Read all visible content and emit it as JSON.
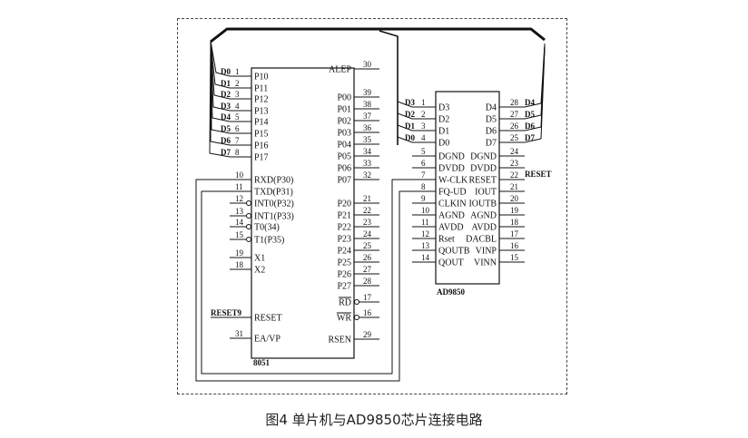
{
  "caption": "图4 单片机与AD9850芯片连接电路",
  "mcu": {
    "name": "8051",
    "left_pins": [
      {
        "num": "1",
        "label": "P10",
        "net": "D0"
      },
      {
        "num": "2",
        "label": "P11",
        "net": "D1"
      },
      {
        "num": "3",
        "label": "P12",
        "net": "D2"
      },
      {
        "num": "4",
        "label": "P13",
        "net": "D3"
      },
      {
        "num": "5",
        "label": "P14",
        "net": "D4"
      },
      {
        "num": "6",
        "label": "P15",
        "net": "D5"
      },
      {
        "num": "7",
        "label": "P16",
        "net": "D6"
      },
      {
        "num": "8",
        "label": "P17",
        "net": "D7"
      },
      {
        "num": "10",
        "label": "RXD(P30)",
        "net": ""
      },
      {
        "num": "11",
        "label": "TXD(P31)",
        "net": ""
      },
      {
        "num": "12",
        "label": "INT0(P32)",
        "net": ""
      },
      {
        "num": "13",
        "label": "INT1(P33)",
        "net": ""
      },
      {
        "num": "14",
        "label": "T0(34)",
        "net": ""
      },
      {
        "num": "15",
        "label": "T1(P35)",
        "net": ""
      },
      {
        "num": "19",
        "label": "X1",
        "net": ""
      },
      {
        "num": "18",
        "label": "X2",
        "net": ""
      },
      {
        "num": "",
        "label": "RESET",
        "net": "RESET9"
      },
      {
        "num": "31",
        "label": "EA/VP",
        "net": ""
      }
    ],
    "right_pins": [
      {
        "num": "30",
        "label": "ALEP"
      },
      {
        "num": "39",
        "label": "P00"
      },
      {
        "num": "38",
        "label": "P01"
      },
      {
        "num": "37",
        "label": "P02"
      },
      {
        "num": "36",
        "label": "P03"
      },
      {
        "num": "35",
        "label": "P04"
      },
      {
        "num": "34",
        "label": "P05"
      },
      {
        "num": "33",
        "label": "P06"
      },
      {
        "num": "32",
        "label": "P07"
      },
      {
        "num": "21",
        "label": "P20"
      },
      {
        "num": "22",
        "label": "P21"
      },
      {
        "num": "23",
        "label": "P22"
      },
      {
        "num": "24",
        "label": "P23"
      },
      {
        "num": "25",
        "label": "P24"
      },
      {
        "num": "26",
        "label": "P25"
      },
      {
        "num": "27",
        "label": "P26"
      },
      {
        "num": "28",
        "label": "P27"
      },
      {
        "num": "17",
        "label": "RD"
      },
      {
        "num": "16",
        "label": "WR"
      },
      {
        "num": "29",
        "label": "RSEN"
      }
    ]
  },
  "dds": {
    "name": "AD9850",
    "left_pins": [
      {
        "num": "1",
        "label": "D3",
        "net": "D3"
      },
      {
        "num": "2",
        "label": "D2",
        "net": "D2"
      },
      {
        "num": "3",
        "label": "D1",
        "net": "D1"
      },
      {
        "num": "4",
        "label": "D0",
        "net": "D0"
      },
      {
        "num": "5",
        "label": "DGND"
      },
      {
        "num": "6",
        "label": "DVDD"
      },
      {
        "num": "7",
        "label": "W-CLK"
      },
      {
        "num": "8",
        "label": "FQ-UD"
      },
      {
        "num": "9",
        "label": "CLKIN"
      },
      {
        "num": "10",
        "label": "AGND"
      },
      {
        "num": "11",
        "label": "AVDD"
      },
      {
        "num": "12",
        "label": "Rset"
      },
      {
        "num": "13",
        "label": "QOUTB"
      },
      {
        "num": "14",
        "label": "QOUT"
      }
    ],
    "right_pins": [
      {
        "num": "28",
        "label": "D4",
        "net": "D4"
      },
      {
        "num": "27",
        "label": "D5",
        "net": "D5"
      },
      {
        "num": "26",
        "label": "D6",
        "net": "D6"
      },
      {
        "num": "25",
        "label": "D7",
        "net": "D7"
      },
      {
        "num": "24",
        "label": "DGND"
      },
      {
        "num": "23",
        "label": "DVDD"
      },
      {
        "num": "22",
        "label": "RESET",
        "net": "RESET"
      },
      {
        "num": "21",
        "label": "IOUT"
      },
      {
        "num": "20",
        "label": "IOUTB"
      },
      {
        "num": "19",
        "label": "AGND"
      },
      {
        "num": "18",
        "label": "AVDD"
      },
      {
        "num": "17",
        "label": "DACBL"
      },
      {
        "num": "16",
        "label": "VINP"
      },
      {
        "num": "15",
        "label": "VINN"
      }
    ]
  }
}
